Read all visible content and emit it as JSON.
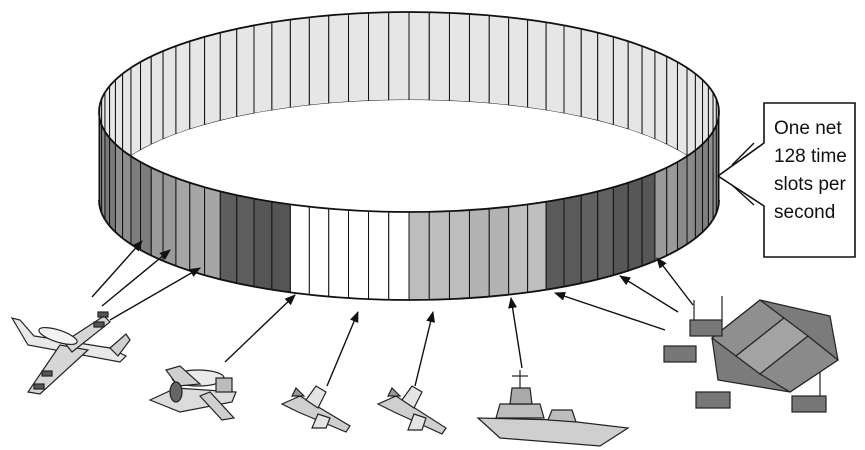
{
  "callout": {
    "lines": [
      "One net",
      "128 time",
      "slots per",
      "second"
    ]
  },
  "colors": {
    "inner_wall": "#e6e6e6",
    "outline": "#111111",
    "slot_shades": [
      "#8c8c8c",
      "#7a7a7a",
      "#8f8f8f",
      "#7d7d7d",
      "#9a9a9a",
      "#a6a6a6",
      "#5e5e5e",
      "#555555",
      "#ffffff",
      "#ffffff",
      "#ffffff",
      "#bdbdbd",
      "#b3b3b3",
      "#bfbfbf",
      "#5a5a5a",
      "#616161",
      "#575757",
      "#9a9a9a",
      "#8a8a8a",
      "#808080",
      "#8e8e8e",
      "#969696"
    ]
  },
  "icons": [
    "awacs-aircraft-icon",
    "e2-hawkeye-aircraft-icon",
    "fighter-jet-icon",
    "fighter-jet-icon",
    "warship-icon",
    "ground-station-icon"
  ]
}
